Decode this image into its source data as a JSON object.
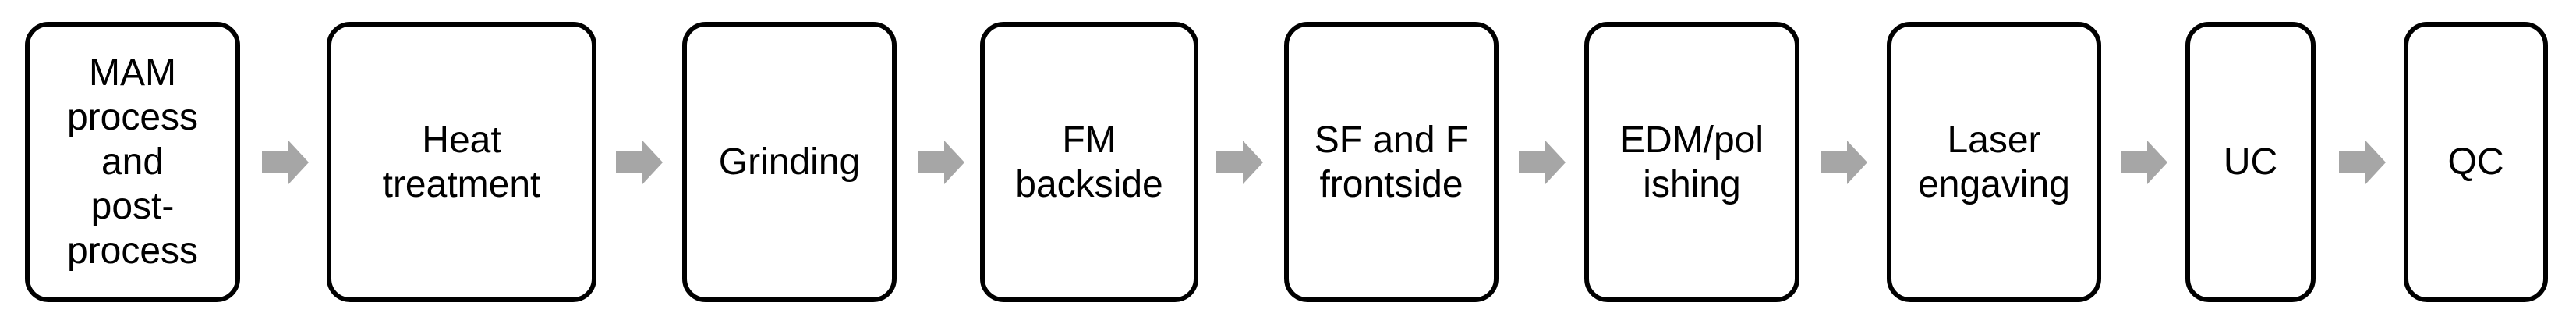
{
  "diagram": {
    "type": "process-flow",
    "direction": "left-to-right",
    "colors": {
      "background": "#FFFFFF",
      "box_fill": "#FFFFFF",
      "box_border": "#000000",
      "text": "#000000",
      "arrow": "#A6A6A6"
    },
    "arrow_icon": "right-block-arrow",
    "steps": [
      {
        "label": "MAM process and post-process",
        "lines": [
          "MAM",
          "process",
          "and",
          "post-",
          "process"
        ]
      },
      {
        "label": "Heat treatment",
        "lines": [
          "Heat",
          "treatment"
        ]
      },
      {
        "label": "Grinding",
        "lines": [
          "Grinding"
        ]
      },
      {
        "label": "FM backside",
        "lines": [
          "FM",
          "backside"
        ]
      },
      {
        "label": "SF and F frontside",
        "lines": [
          "SF and F",
          "frontside"
        ]
      },
      {
        "label": "EDM/polishing",
        "lines": [
          "EDM/pol",
          "ishing"
        ]
      },
      {
        "label": "Laser engaving",
        "lines": [
          "Laser",
          "engaving"
        ]
      },
      {
        "label": "UC",
        "lines": [
          "UC"
        ]
      },
      {
        "label": "QC",
        "lines": [
          "QC"
        ]
      }
    ]
  }
}
